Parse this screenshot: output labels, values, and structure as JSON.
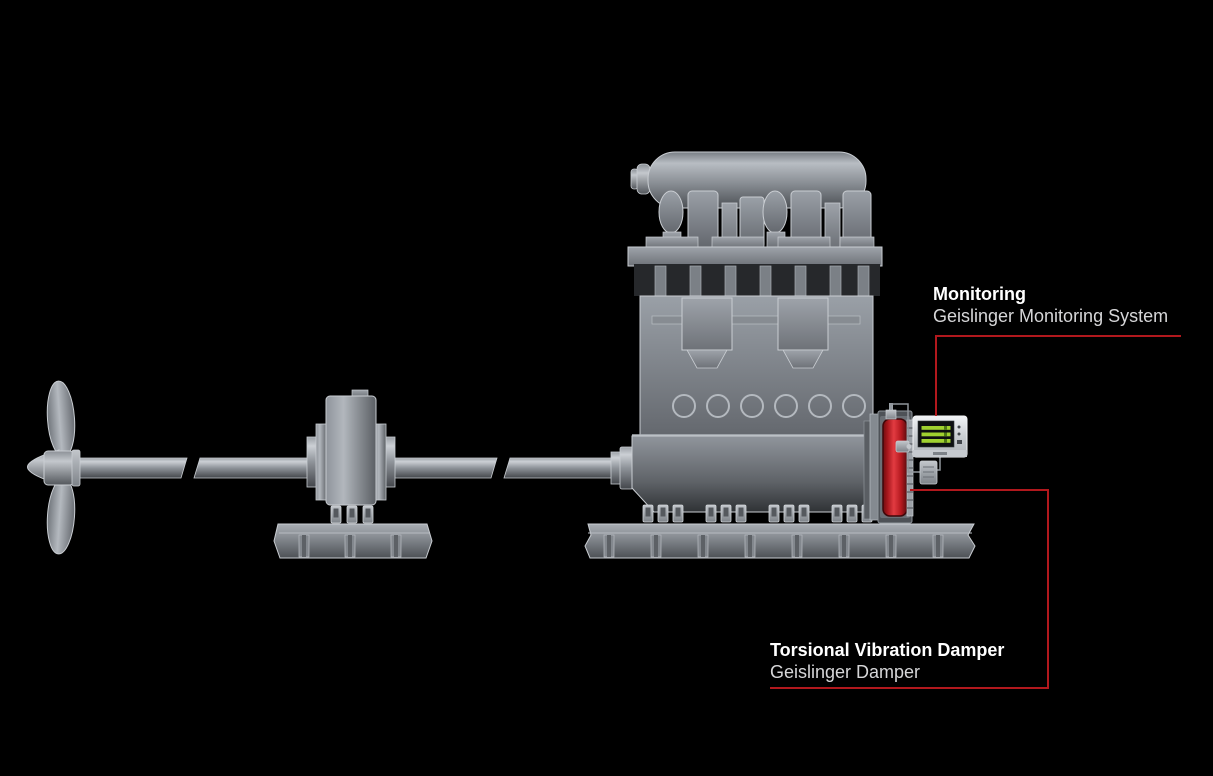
{
  "diagram": {
    "background_color": "#000000",
    "accent_line_color": "#b1181d",
    "damper_highlight_color": "#e23b41",
    "monitor_bar_color": "#9fd12f",
    "labels": {
      "monitoring": {
        "title": "Monitoring",
        "subtitle": "Geislinger Monitoring System"
      },
      "damper": {
        "title": "Torsional Vibration Damper",
        "subtitle": "Geislinger Damper"
      }
    }
  }
}
